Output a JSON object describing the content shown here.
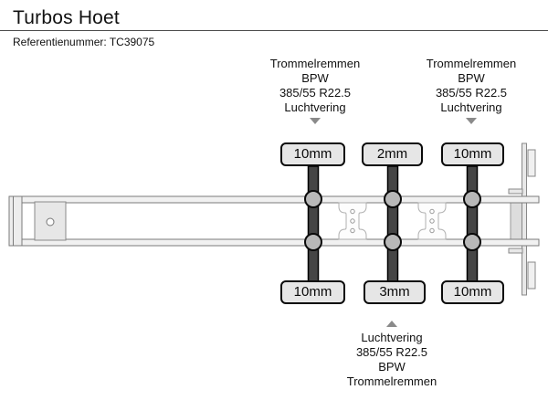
{
  "header": {
    "title": "Turbos Hoet",
    "reference": "Referentienummer: TC39075"
  },
  "annotations": {
    "axle1_top": {
      "lines": [
        "Trommelremmen",
        "BPW",
        "385/55 R22.5",
        "Luchtvering"
      ]
    },
    "axle3_top": {
      "lines": [
        "Trommelremmen",
        "BPW",
        "385/55 R22.5",
        "Luchtvering"
      ]
    },
    "axle2_bottom": {
      "lines": [
        "Luchtvering",
        "385/55 R22.5",
        "BPW",
        "Trommelremmen"
      ]
    }
  },
  "measurements": {
    "top_row": [
      "10mm",
      "2mm",
      "10mm"
    ],
    "bottom_row": [
      "10mm",
      "3mm",
      "10mm"
    ]
  },
  "icons": {
    "top_arrows": "triangle-down",
    "bottom_arrow": "triangle-up"
  },
  "colors": {
    "background": "#ffffff",
    "text": "#111111",
    "divider": "#4a4a4a",
    "label_fill": "#e6e6e6",
    "label_border": "#0a0a0a",
    "axle_dark": "#454545",
    "hub_gray": "#b8b8b8",
    "chassis_fill": "#f1f1f1",
    "chassis_stroke": "#7a7a7a",
    "arrow_gray": "#8a8a8a"
  }
}
